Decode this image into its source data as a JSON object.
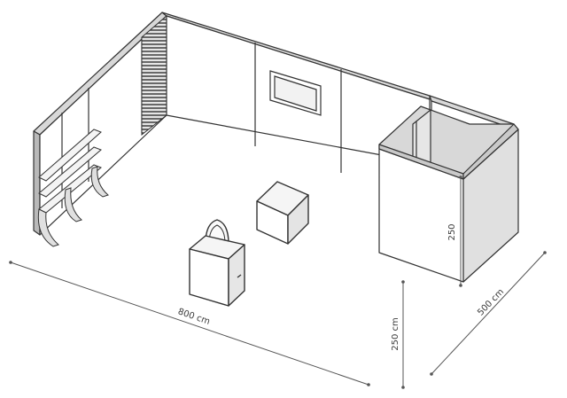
{
  "drawing": {
    "dimensions": {
      "width_label": "800 cm",
      "depth_label": "500 cm",
      "height_label": "250 cm",
      "cabin_height_label": "250"
    }
  }
}
